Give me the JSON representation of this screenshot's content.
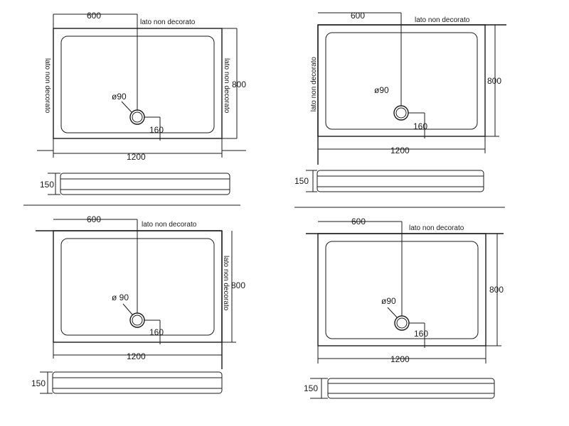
{
  "diagrams": [
    {
      "position": "top-left",
      "dim_600": "600",
      "dim_800": "800",
      "dim_1200": "1200",
      "dim_160": "160",
      "dim_150": "150",
      "drain": "ø90",
      "note_top": "lato non  decorato",
      "note_left": "lato non decorato",
      "note_right": "lato non decorato"
    },
    {
      "position": "top-right",
      "dim_600": "600",
      "dim_800": "800",
      "dim_1200": "1200",
      "dim_160": "160",
      "dim_150": "150",
      "drain": "ø90",
      "note_top": "lato non decorato",
      "note_left": "lato non decorato"
    },
    {
      "position": "bottom-left",
      "dim_600": "600",
      "dim_800": "800",
      "dim_1200": "1200",
      "dim_160": "160",
      "dim_150": "150",
      "drain": "ø 90",
      "note_top": "lato non decorato",
      "note_right": "lato non decorato"
    },
    {
      "position": "bottom-right",
      "dim_600": "600",
      "dim_800": "800",
      "dim_1200": "1200",
      "dim_160": "160",
      "dim_150": "150",
      "drain": "ø90",
      "note_top": "lato non decorato"
    }
  ],
  "colors": {
    "line": "#1a1a1a",
    "background": "#ffffff"
  }
}
